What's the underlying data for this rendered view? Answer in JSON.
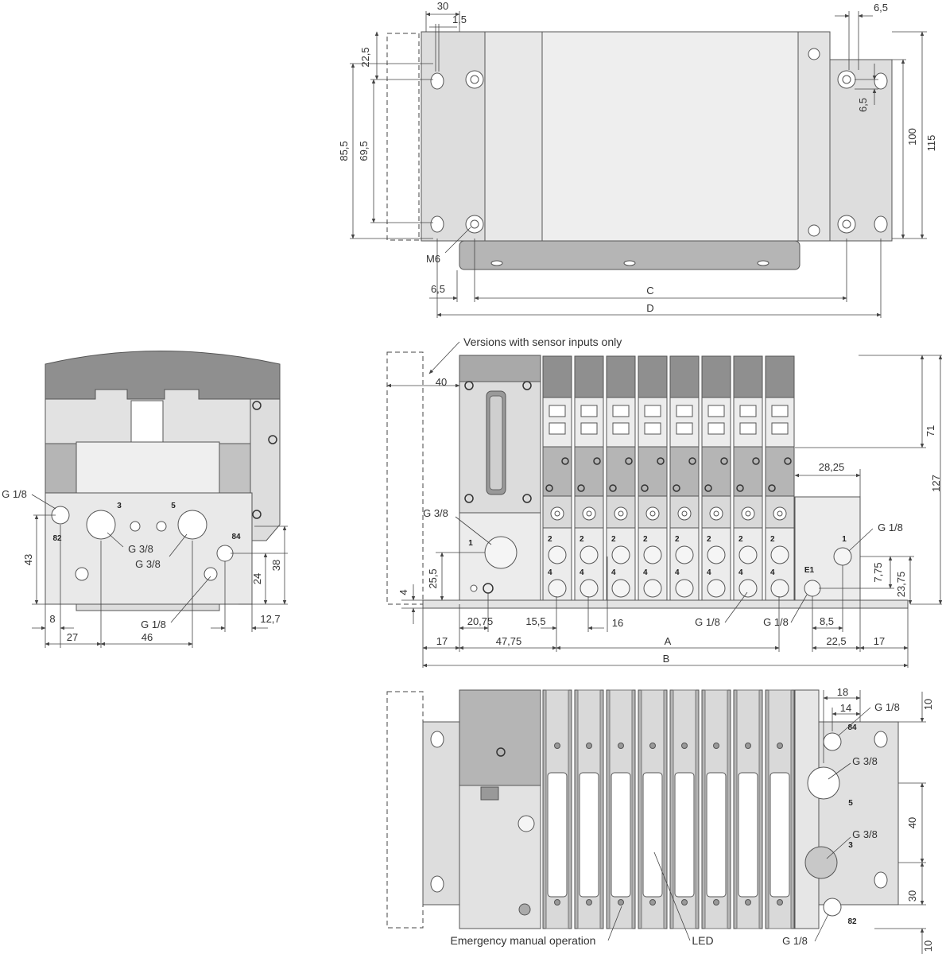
{
  "colors": {
    "dark_grey": "#8f8f8f",
    "mid_grey": "#b5b5b5",
    "light_grey": "#d9d9d9",
    "pale_grey": "#ececec",
    "line": "#444444"
  },
  "notes": {
    "sensor_versions": "Versions with sensor inputs only",
    "emergency": "Emergency manual operation",
    "led": "LED"
  },
  "top_view": {
    "dims": {
      "d30": "30",
      "d1_5": "1,5",
      "d6_5_top": "6,5",
      "d22_5": "22,5",
      "d85_5": "85,5",
      "d69_5": "69,5",
      "d6_5_right": "6,5",
      "d100": "100",
      "d115": "115",
      "m6": "M6",
      "d6_5_bottom": "6,5",
      "C": "C",
      "D": "D"
    }
  },
  "side_view": {
    "dims": {
      "d43": "43",
      "d8": "8",
      "d27": "27",
      "d46": "46",
      "d24": "24",
      "d38": "38",
      "d12_7": "12,7"
    },
    "labels": {
      "g18_82": "G 1/8",
      "g38_3": "G 3/8",
      "g38_5": "G 3/8",
      "g18_84": "G 1/8"
    },
    "ports": {
      "p3": "3",
      "p5": "5",
      "p82": "82",
      "p84": "84"
    }
  },
  "front_view": {
    "dims": {
      "d40": "40",
      "d71": "71",
      "d127": "127",
      "d28_25": "28,25",
      "d7_75": "7,75",
      "d23_75": "23,75",
      "d25_5": "25,5",
      "d4": "4",
      "d20_75": "20,75",
      "d15_5": "15,5",
      "d16": "16",
      "d8_5": "8,5",
      "d17_left": "17",
      "d47_75": "47,75",
      "A": "A",
      "d22_5": "22,5",
      "d17_right": "17",
      "B": "B"
    },
    "labels": {
      "g38": "G 3/8",
      "g18_right": "G 1/8",
      "g18_ports": "G 1/8",
      "g18_e1": "G 1/8"
    },
    "ports": {
      "p1_left": "1",
      "p1_right": "1",
      "e1": "E1",
      "p2": [
        "2",
        "2",
        "2",
        "2",
        "2",
        "2",
        "2",
        "2"
      ],
      "p4": [
        "4",
        "4",
        "4",
        "4",
        "4",
        "4",
        "4",
        "4"
      ]
    }
  },
  "bottom_view": {
    "dims": {
      "d18": "18",
      "d14": "14",
      "d10_top": "10",
      "d40": "40",
      "d30": "30",
      "d10_bottom": "10"
    },
    "labels": {
      "g18_84": "G 1/8",
      "g38_5": "G 3/8",
      "g38_3": "G 3/8",
      "g18_82": "G 1/8"
    },
    "ports": {
      "p84": "84",
      "p5": "5",
      "p3": "3",
      "p82": "82"
    }
  }
}
